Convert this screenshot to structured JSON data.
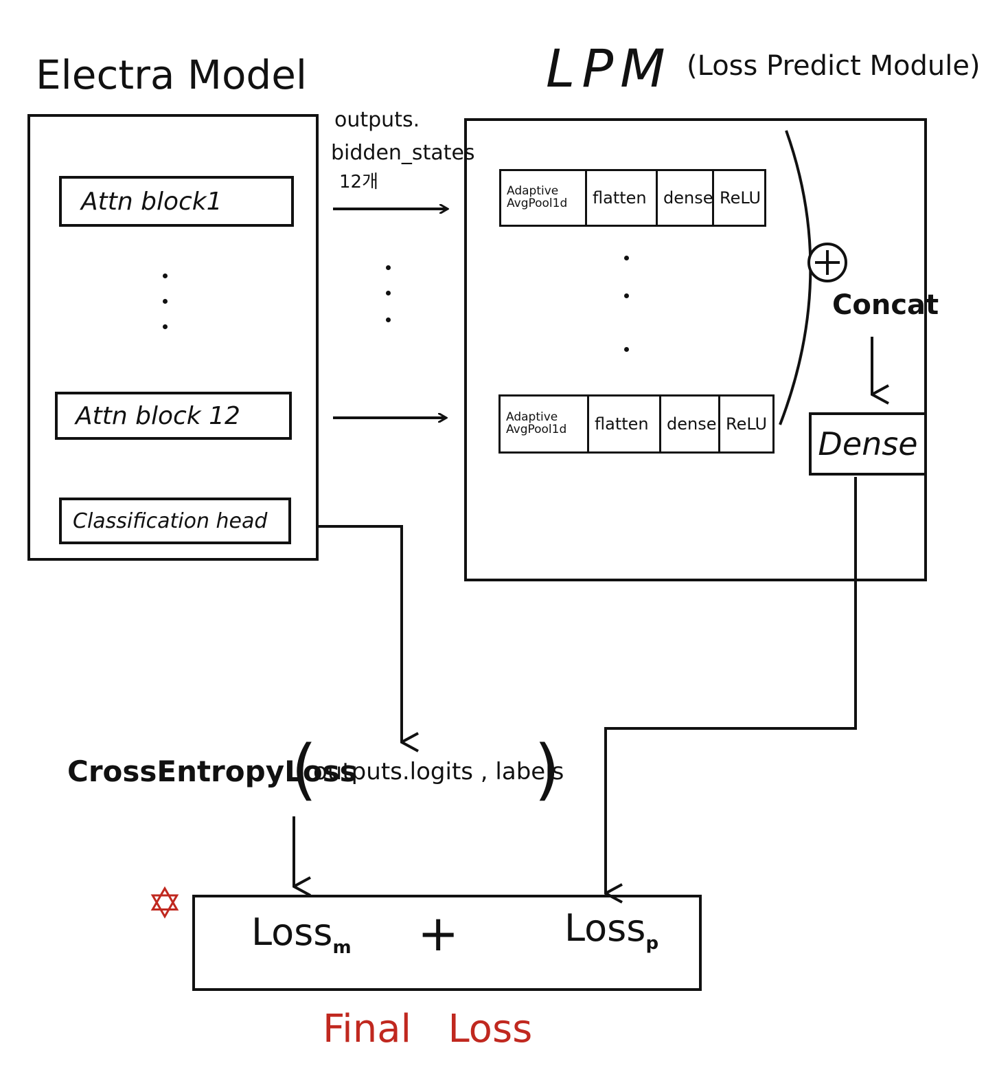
{
  "electra": {
    "title": "Electra  Model",
    "blocks": [
      "Attn   block1",
      "Attn   block 12",
      "Classification head"
    ]
  },
  "hidden_states_label": {
    "line1": "outputs.",
    "line2": "bidden_states",
    "line3": "12개"
  },
  "lpm": {
    "title": "LPM",
    "subtitle": "(Loss Predict Module)",
    "rows": [
      {
        "cells": [
          "Adaptive AvgPool1d",
          "flatten",
          "dense",
          "ReLU"
        ]
      },
      {
        "cells": [
          "Adaptive AvgPool1d",
          "flatten",
          "dense",
          "ReLU"
        ]
      }
    ],
    "concat_symbol": "+",
    "concat_label": "Concat",
    "dense_label": "Dense"
  },
  "cross_entropy": {
    "func": "CrossEntropyLoss",
    "open": "(",
    "args": "outputs.logits ,  labels",
    "close": ")"
  },
  "final": {
    "loss_m": "Loss",
    "loss_m_sub": "m",
    "plus": "+",
    "loss_p": "Loss",
    "loss_p_sub": "p",
    "label": "Final   Loss",
    "star": "✡",
    "accent_color": "#c0281f"
  }
}
